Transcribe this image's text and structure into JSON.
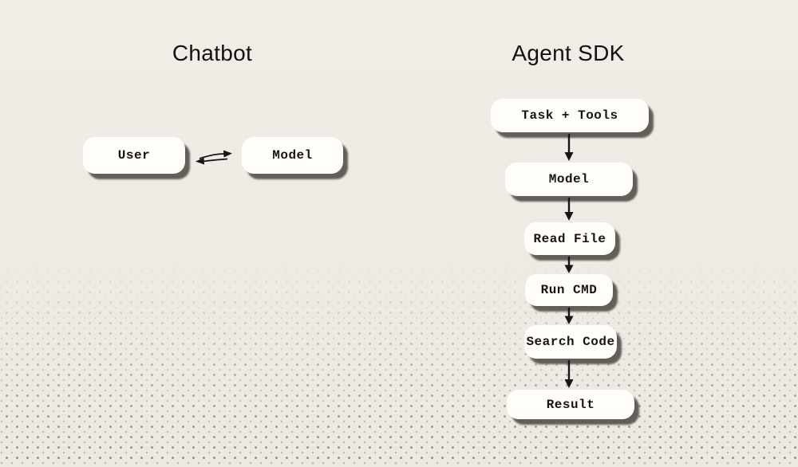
{
  "diagram": {
    "left": {
      "title": "Chatbot",
      "nodes": [
        {
          "label": "User"
        },
        {
          "label": "Model"
        }
      ],
      "connector": {
        "type": "bidirectional-arrow",
        "from": "User",
        "to": "Model"
      }
    },
    "right": {
      "title": "Agent SDK",
      "nodes": [
        {
          "label": "Task + Tools"
        },
        {
          "label": "Model"
        },
        {
          "label": "Read File"
        },
        {
          "label": "Run CMD"
        },
        {
          "label": "Search Code"
        },
        {
          "label": "Result"
        }
      ],
      "connector": {
        "type": "down-arrow",
        "count": 5
      }
    }
  },
  "colors": {
    "background": "#f0ece6",
    "node_fill": "#fffefb",
    "node_shadow": "#4a4640",
    "node_text": "#18140f",
    "title_text": "#121212",
    "arrow": "#161616",
    "halftone_dot": "#7a7066"
  }
}
